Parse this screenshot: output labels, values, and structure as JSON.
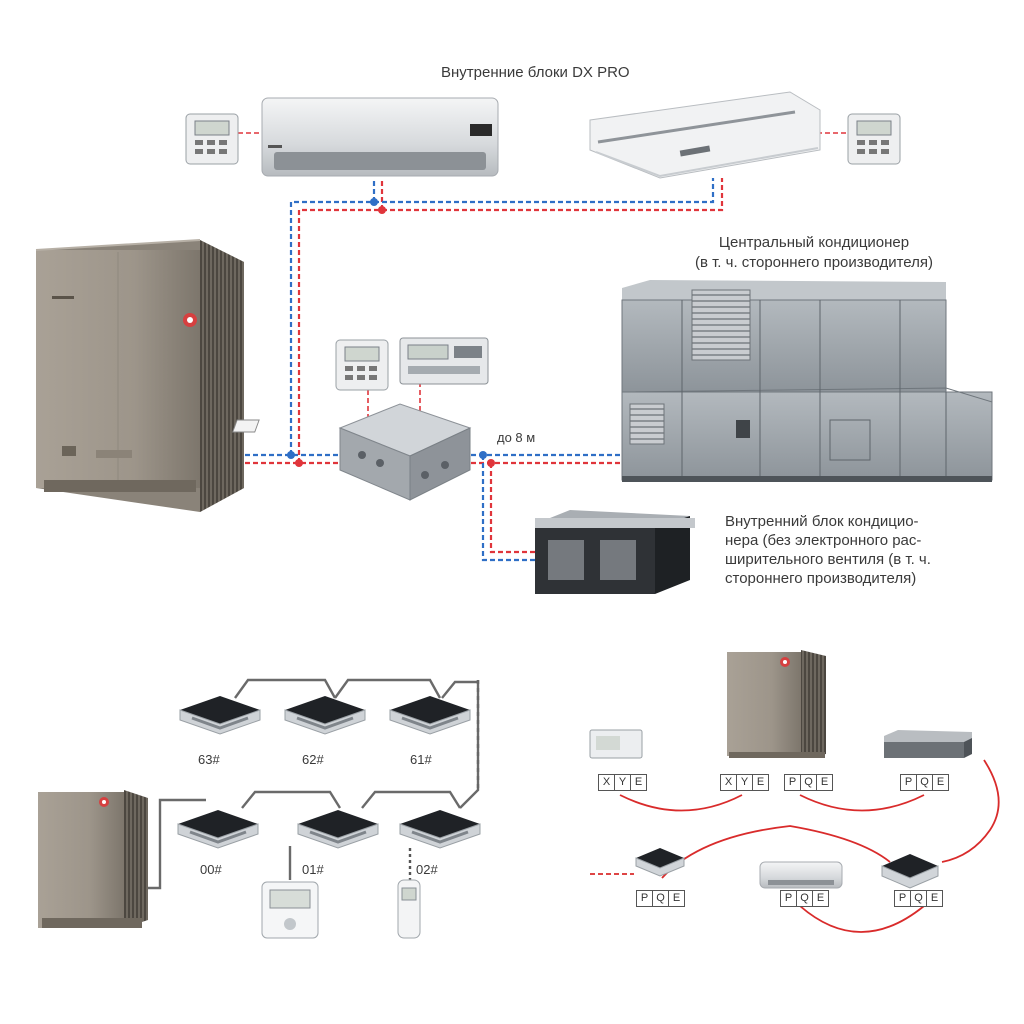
{
  "top": {
    "title": "Внутренние блоки DX PRO",
    "ahu_label_line1": "Центральный кондиционер",
    "ahu_label_line2": "(в т. ч. стороннего производителя)",
    "distance_label": "до 8 м",
    "duct_label_line1": "Внутренний блок кондицио-",
    "duct_label_line2": "нера (без электронного рас-",
    "duct_label_line3": "ширительного вентиля (в т. ч.",
    "duct_label_line4": "стороннего производителя)"
  },
  "bottom_left": {
    "unit_ids": [
      "63#",
      "62#",
      "61#",
      "00#",
      "01#",
      "02#"
    ]
  },
  "bottom_right": {
    "terminal_xye": [
      "X",
      "Y",
      "E"
    ],
    "terminal_pqe": [
      "P",
      "Q",
      "E"
    ]
  },
  "colors": {
    "refrigerant_gas": "#2f6fc6",
    "refrigerant_liquid": "#e0353b",
    "signal_bus": "#d92b2b",
    "communication_bus": "#666666",
    "outdoor_unit_body": "#a59d92",
    "ahu_panel": "#9aa2a8"
  }
}
